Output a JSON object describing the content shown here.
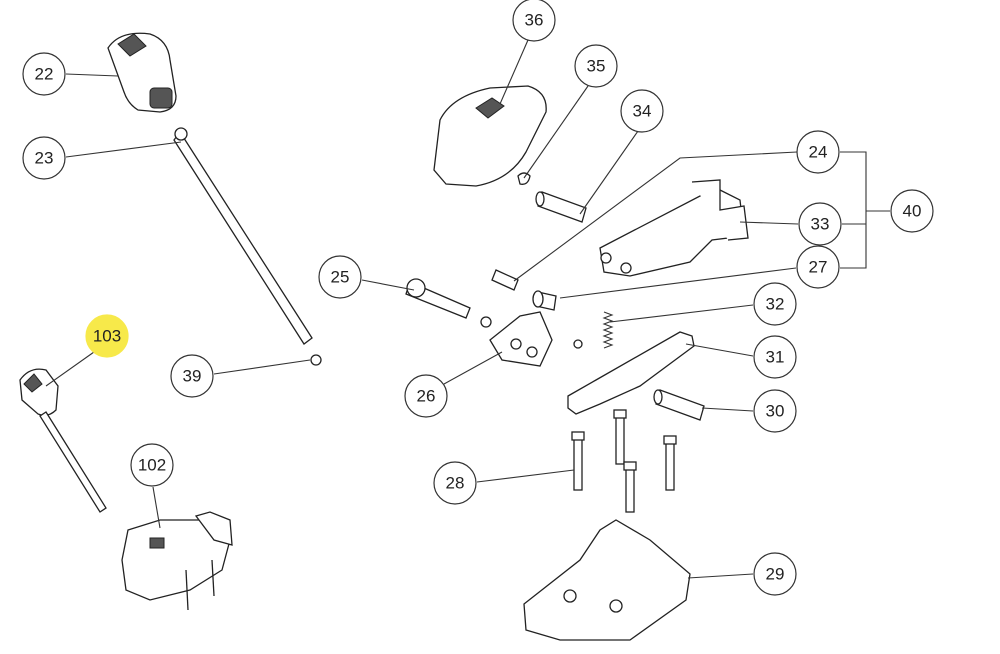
{
  "diagram": {
    "type": "exploded-parts-diagram",
    "highlight_color": "#f7e94a",
    "callouts": [
      {
        "label": "22"
      },
      {
        "label": "23"
      },
      {
        "label": "36"
      },
      {
        "label": "35"
      },
      {
        "label": "34"
      },
      {
        "label": "24"
      },
      {
        "label": "40"
      },
      {
        "label": "33"
      },
      {
        "label": "27"
      },
      {
        "label": "25"
      },
      {
        "label": "32"
      },
      {
        "label": "31"
      },
      {
        "label": "103",
        "highlighted": true
      },
      {
        "label": "39"
      },
      {
        "label": "26"
      },
      {
        "label": "30"
      },
      {
        "label": "102"
      },
      {
        "label": "28"
      },
      {
        "label": "29"
      }
    ]
  }
}
